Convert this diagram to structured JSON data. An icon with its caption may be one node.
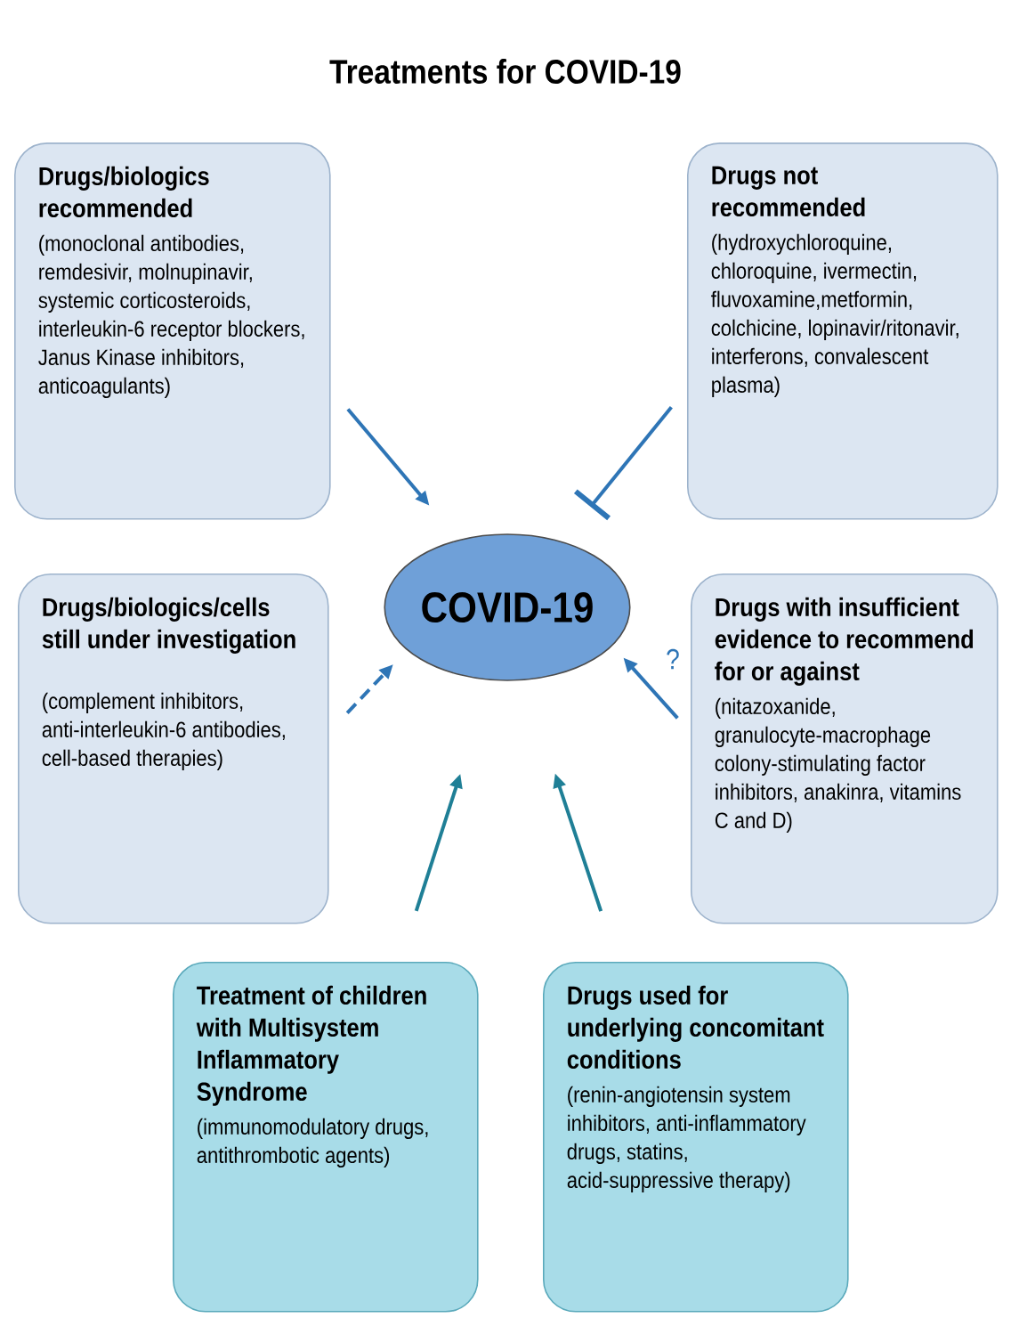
{
  "diagram": {
    "title": "Treatments for COVID-19",
    "nodes": [
      {
        "text": [
          "Drugs/biologics recommended",
          "(monoclonal antibodies, remdesivir, molnupinavir, systemic corticosteroids, interleukin-6 receptor blockers, Janus Kinase inhibitors, anticoagulants)"
        ]
      },
      {
        "text": [
          "Drugs not recommended",
          "(hydroxychloroquine, chloroquine, ivermectin, fluvoxamine,metformin, colchicine, lopinavir/ritonavir, interferons, convalescent plasma)"
        ]
      },
      {
        "text": [
          "COVID-19"
        ]
      },
      {
        "text": [
          "Drugs/biologics/cells still under investigation",
          "(complement inhibitors, anti-interleukin-6 antibodies, cell-based therapies)"
        ]
      },
      {
        "text": [
          "Drugs with insufficient evidence to recommend for or against",
          "(nitazoxanide, granulocyte-macrophage colony-stimulating factor inhibitors, anakinra, vitamins C and D)"
        ]
      },
      {
        "text": [
          "Treatment of children with Multisystem Inflammatory Syndrome",
          "(immunomodulatory drugs, antithrombotic agents)"
        ]
      },
      {
        "text": [
          "Drugs used for underlying concomitant conditions",
          "(renin-angiotensin system inhibitors, anti-inflammatory drugs, statins, acid-suppressive therapy)"
        ]
      }
    ],
    "edges": [
      {
        "from": 0,
        "to": 2,
        "arrow": "to"
      },
      {
        "from": 1,
        "to": 2,
        "arrow": "other"
      },
      {
        "from": 3,
        "to": 2,
        "arrow": "to",
        "style": "dashed"
      },
      {
        "from": 4,
        "to": 2,
        "arrow": "to",
        "label": "?"
      },
      {
        "from": 5,
        "to": 2,
        "arrow": "to",
        "color": "#1f7f96"
      },
      {
        "from": 6,
        "to": 2,
        "arrow": "to",
        "color": "#1f7f96"
      }
    ]
  }
}
